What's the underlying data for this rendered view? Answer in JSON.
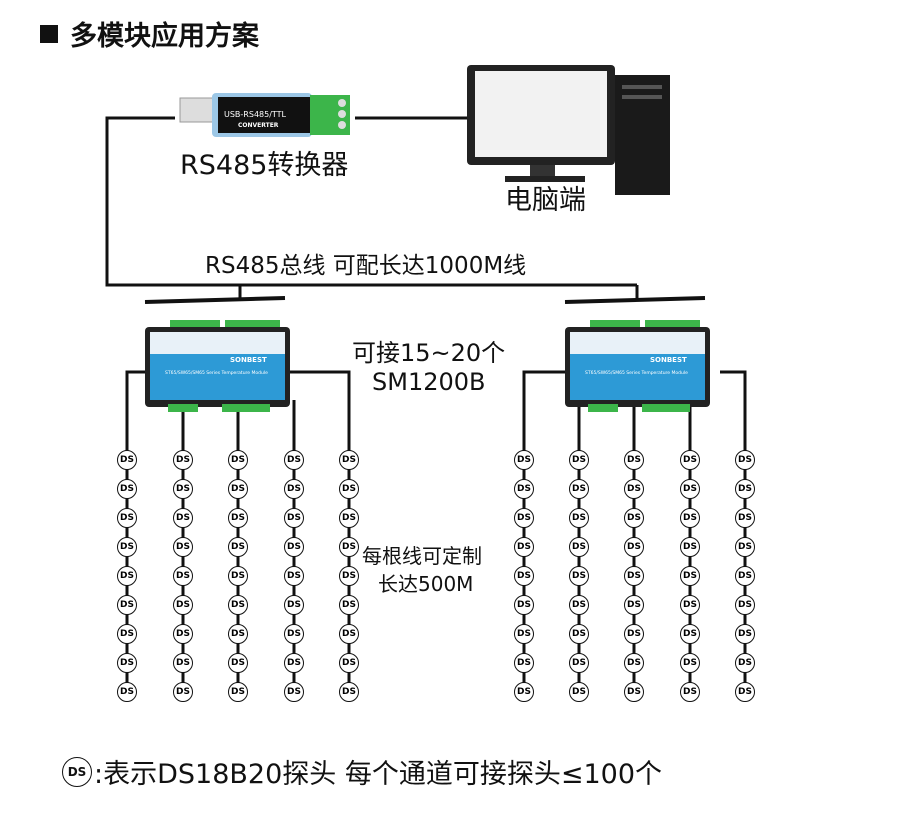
{
  "title": "多模块应用方案",
  "converter": {
    "label": "RS485转换器",
    "device_text": "USB-RS485/TTL",
    "device_sub": "CONVERTER"
  },
  "computer": {
    "label": "电脑端"
  },
  "bus": {
    "label": "RS485总线 可配长达1000M线"
  },
  "module": {
    "brand": "SONBEST",
    "series": "ST65/SW65/SM65 Series Temperature Module"
  },
  "capacity": {
    "line1": "可接15~20个",
    "line2": "SM1200B"
  },
  "wire_note": {
    "line1": "每根线可定制",
    "line2": "长达500M"
  },
  "probe": {
    "symbol": "DS",
    "rows": 9
  },
  "legend": {
    "symbol": "DS",
    "text": ":表示DS18B20探头 每个通道可接探头≤100个"
  },
  "colors": {
    "module_blue": "#2d9ad6",
    "terminal_green": "#3cb54a"
  }
}
